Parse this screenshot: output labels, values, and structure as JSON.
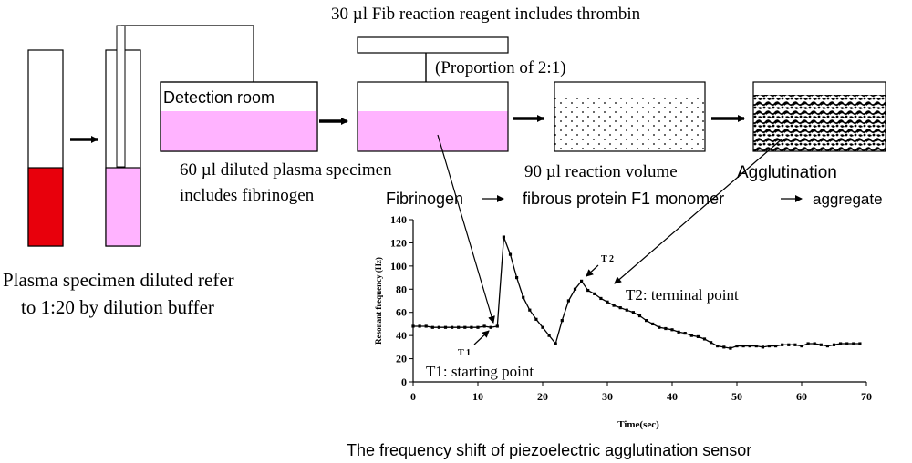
{
  "colors": {
    "blood": "#e8000c",
    "diluted": "#ffb3ff",
    "line": "#000000",
    "background": "#ffffff"
  },
  "labels": {
    "reagent": "30 µl Fib reaction reagent includes thrombin",
    "proportion": "(Proportion of 2:1)",
    "detection_room": "Detection room",
    "diluted_plasma_1": "60 µl diluted plasma specimen",
    "diluted_plasma_2": "includes fibrinogen",
    "reaction_volume": "90 µl reaction volume",
    "agglutination": "Agglutination",
    "pathway_1": "Fibrinogen",
    "pathway_2": "fibrous protein F1 monomer",
    "pathway_3": "aggregate",
    "dilution_1": "Plasma specimen diluted refer",
    "dilution_2": "to 1:20 by dilution buffer",
    "caption": "The frequency shift of piezoelectric agglutination sensor"
  },
  "chart_data": {
    "type": "line",
    "xlabel": "Time(sec)",
    "ylabel": "Resonant frequency (Hz)",
    "xlim": [
      0,
      70
    ],
    "ylim": [
      0,
      140
    ],
    "xticks": [
      "0",
      "10",
      "20",
      "30",
      "40",
      "50",
      "60",
      "70"
    ],
    "yticks": [
      "0",
      "20",
      "40",
      "60",
      "80",
      "100",
      "120",
      "140"
    ],
    "series": [
      {
        "x": [
          0,
          1,
          2,
          3,
          4,
          5,
          6,
          7,
          8,
          9,
          10,
          11,
          12,
          13,
          14,
          15,
          16,
          17,
          18,
          19,
          20,
          21,
          22,
          23,
          24,
          25,
          26,
          27,
          28,
          29,
          30,
          31,
          32,
          33,
          34,
          35,
          36,
          37,
          38,
          39,
          40,
          41,
          42,
          43,
          44,
          45,
          46,
          47,
          48,
          49,
          50,
          51,
          52,
          53,
          54,
          55,
          56,
          57,
          58,
          59,
          60,
          61,
          62,
          63,
          64,
          65,
          66,
          67,
          68,
          69
        ],
        "y": [
          48,
          48,
          48,
          47,
          47,
          47,
          47,
          47,
          47,
          47,
          47,
          48,
          47,
          48,
          125,
          110,
          90,
          73,
          62,
          54,
          47,
          40,
          33,
          53,
          70,
          80,
          87,
          79,
          76,
          72,
          69,
          66,
          64,
          62,
          60,
          57,
          53,
          50,
          47,
          46,
          45,
          43,
          42,
          40,
          39,
          37,
          34,
          31,
          30,
          29,
          31,
          31,
          31,
          31,
          30,
          31,
          31,
          32,
          32,
          32,
          31,
          33,
          33,
          32,
          31,
          32,
          33,
          33,
          33,
          33
        ]
      }
    ],
    "annotations": [
      {
        "text": "T 1",
        "x": 12.5,
        "y": 47
      },
      {
        "text": "T1: starting point"
      },
      {
        "text": "T 2",
        "x": 26.5,
        "y": 87
      },
      {
        "text": "T2: terminal point"
      }
    ],
    "grid": false
  }
}
